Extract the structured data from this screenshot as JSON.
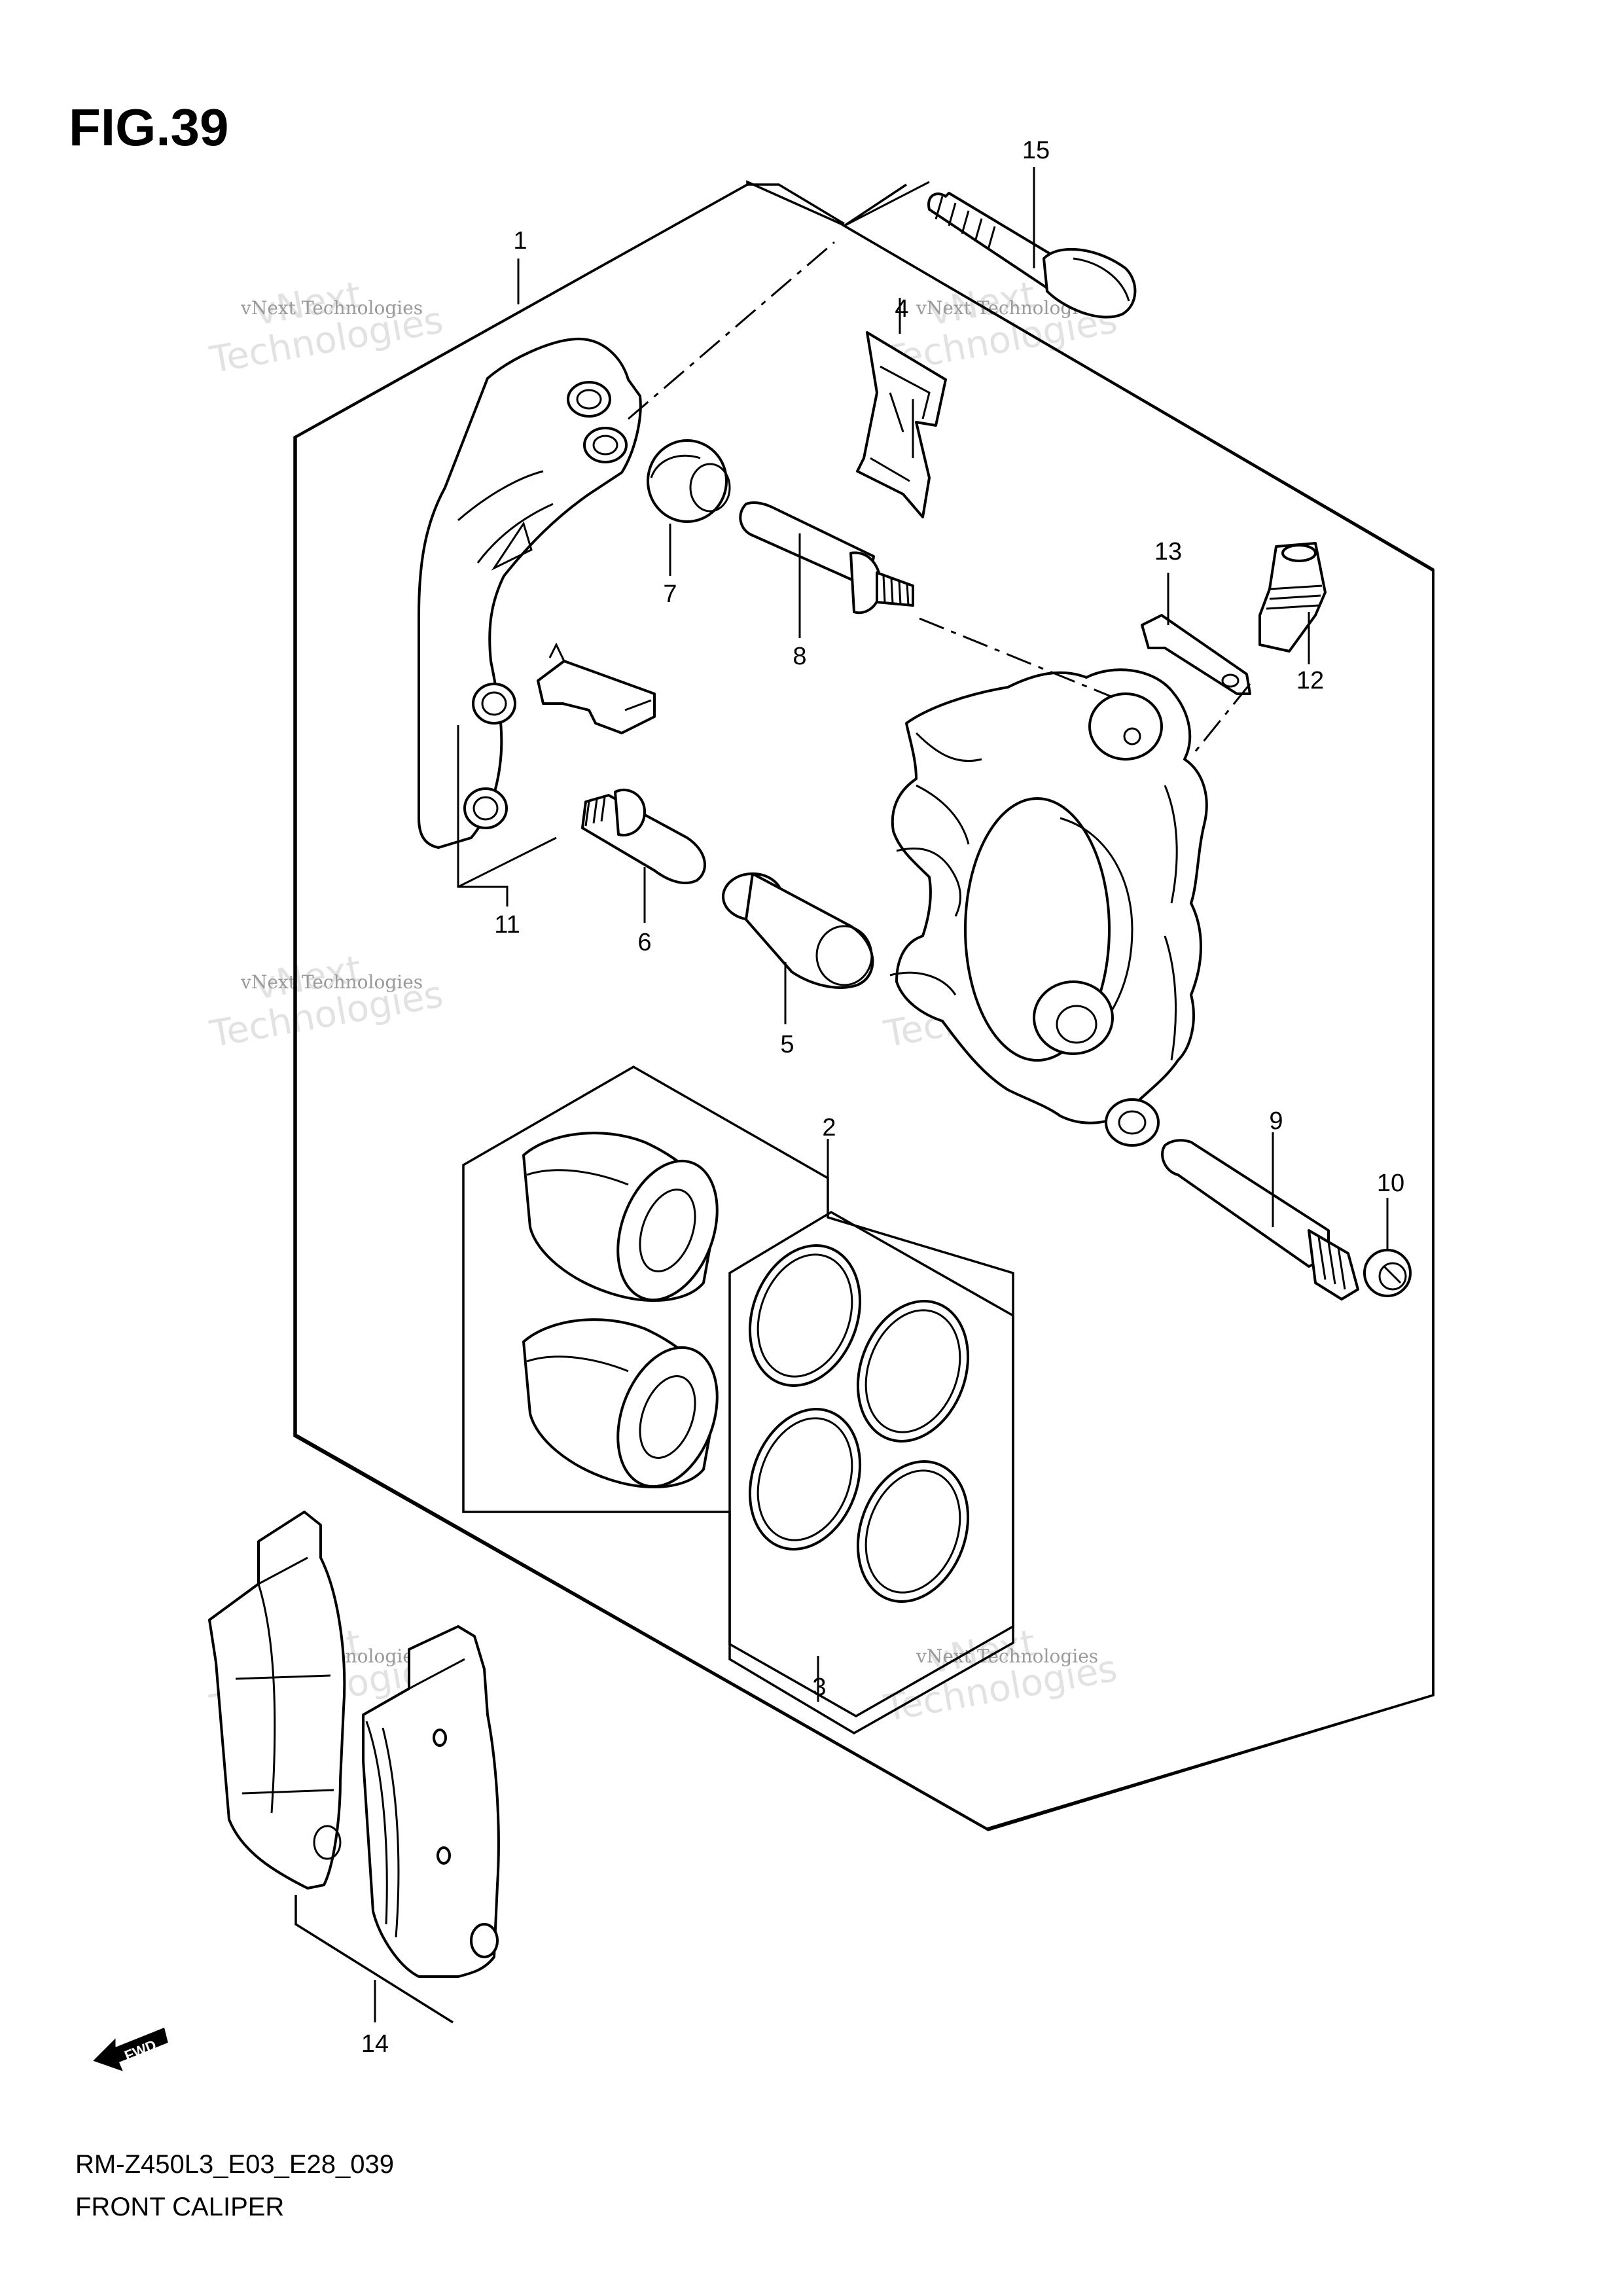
{
  "figure": {
    "title": "FIG.39"
  },
  "callouts": [
    "1",
    "2",
    "3",
    "4",
    "5",
    "6",
    "7",
    "8",
    "9",
    "10",
    "11",
    "12",
    "13",
    "14",
    "15"
  ],
  "fwd": {
    "label": "FWD"
  },
  "footer": {
    "code": "RM-Z450L3_E03_E28_039",
    "name": "FRONT CALIPER"
  },
  "watermark": {
    "brand": "vNext",
    "word": "Technologies",
    "full": "vNext Technologies"
  }
}
